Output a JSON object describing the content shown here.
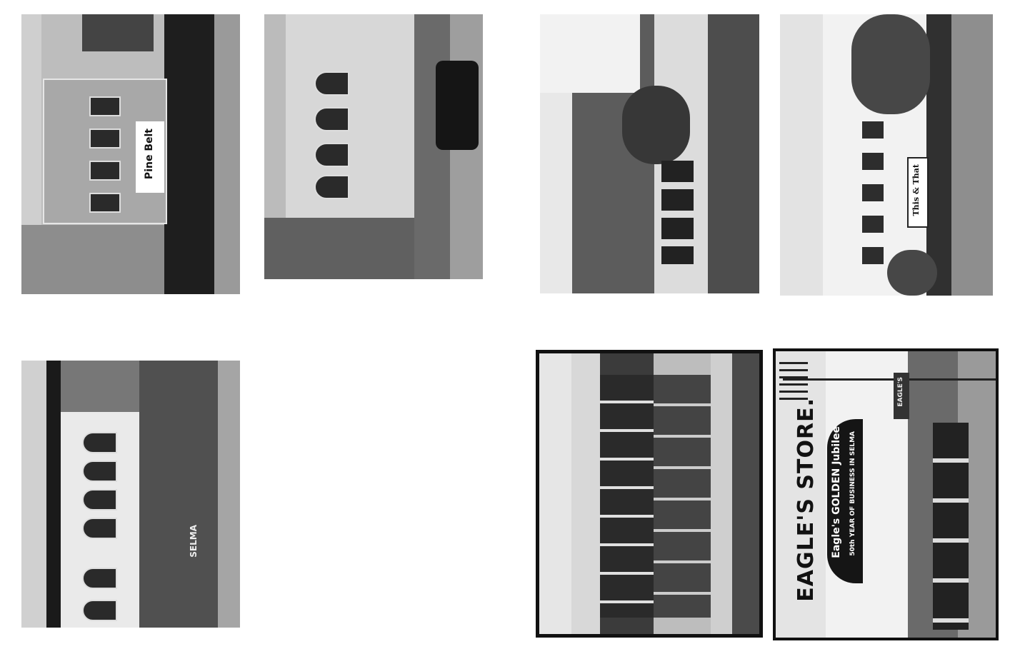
{
  "photos": [
    {
      "id": 1,
      "signs": {
        "main": "Pine Belt"
      }
    },
    {
      "id": 2,
      "signs": {}
    },
    {
      "id": 3,
      "signs": {}
    },
    {
      "id": 4,
      "signs": {
        "main": "This & That"
      }
    },
    {
      "id": 5,
      "signs": {
        "main": "SELMA"
      }
    },
    {
      "id": 6,
      "signs": {}
    },
    {
      "id": 7,
      "signs": {
        "main": "EAGLE'S STORE.",
        "banner": "Eagle's GOLDEN Jubilee",
        "footer": "50th YEAR OF BUSINESS IN SELMA",
        "pole": "EAGLE'S"
      }
    }
  ],
  "colors": {
    "background": "#ffffff",
    "frame": "#111111"
  }
}
